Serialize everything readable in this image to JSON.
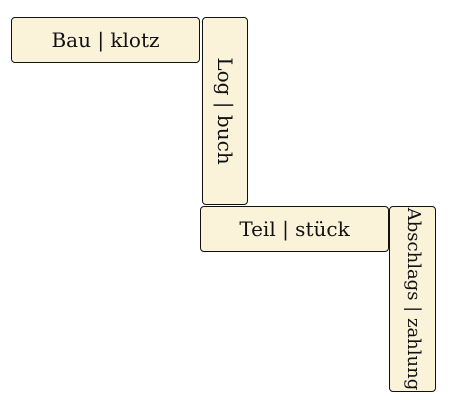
{
  "tiles": [
    {
      "label": "Bau | klotz",
      "orientation": "horizontal"
    },
    {
      "label": "Log | buch",
      "orientation": "vertical"
    },
    {
      "label": "Teil | stück",
      "orientation": "horizontal"
    },
    {
      "label": "Abschlags | zahlung",
      "orientation": "vertical"
    }
  ],
  "colors": {
    "tile_fill": "#fbf3d9",
    "tile_border": "#111111",
    "text": "#111111",
    "background": "#ffffff"
  }
}
